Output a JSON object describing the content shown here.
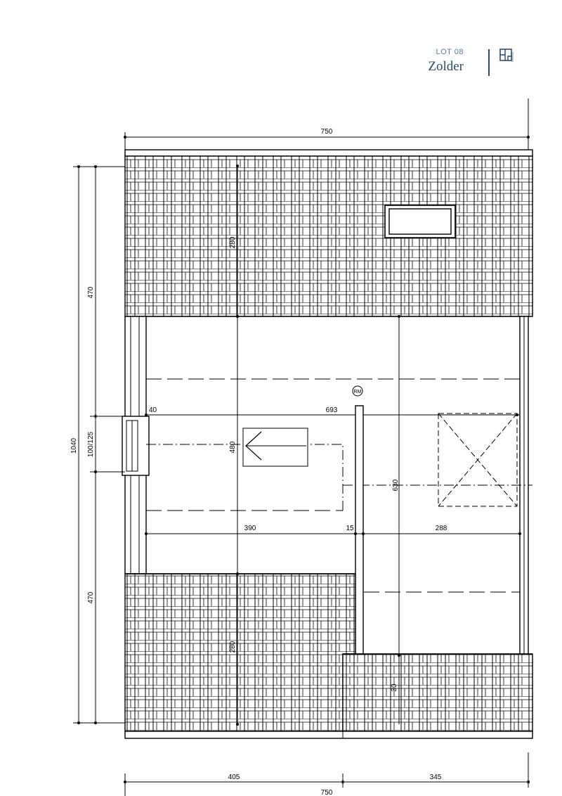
{
  "header": {
    "lot": "LOT 08",
    "title": "Zolder",
    "icon": "floor-plan-icon",
    "color": "#2c4a6e"
  },
  "dimensions": {
    "top_total": "750",
    "bottom_left": "405",
    "bottom_right": "345",
    "bottom_total": "750",
    "left_total": "1040",
    "left_upper": "470",
    "left_window": "100/125",
    "left_lower": "470",
    "roof_upper": "280",
    "roof_lower": "280",
    "wall_40": "40",
    "span_693": "693",
    "stair_480": "480",
    "height_630": "630",
    "room_390": "390",
    "wall_15": "15",
    "room_288": "288",
    "gutter_30": "30"
  },
  "labels": {
    "rm": "RM"
  }
}
